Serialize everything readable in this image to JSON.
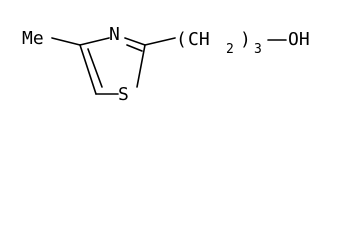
{
  "structure": {
    "methyl_label": "Me",
    "nitrogen_label": "N",
    "sulfur_label": "S",
    "chain_open": "(",
    "chain_unit": "CH",
    "chain_unit_subscript": "2",
    "chain_close": ")",
    "chain_repeat_subscript": "3",
    "chain_end": "OH"
  }
}
